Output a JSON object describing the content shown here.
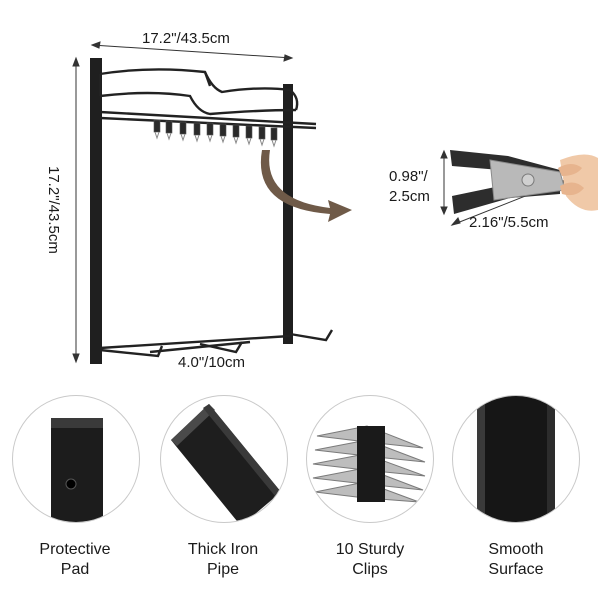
{
  "dimensions": {
    "width": "17.2\"/43.5cm",
    "height": "17.2\"/43.5cm",
    "depth": "4.0\"/10cm",
    "clip_opening": "0.98\"/\n2.5cm",
    "clip_opening_line1": "0.98\"/",
    "clip_opening_line2": "2.5cm",
    "clip_length": "2.16\"/5.5cm"
  },
  "features": [
    {
      "icon": "protective-pad-icon",
      "line1": "Protective",
      "line2": "Pad"
    },
    {
      "icon": "iron-pipe-icon",
      "line1": "Thick Iron",
      "line2": "Pipe"
    },
    {
      "icon": "clips-icon",
      "line1": "10 Sturdy",
      "line2": "Clips"
    },
    {
      "icon": "smooth-surface-icon",
      "line1": "Smooth",
      "line2": "Surface"
    }
  ],
  "colors": {
    "metal": "#222222",
    "arrow": "#6f5a48",
    "dimension_line": "#333333"
  }
}
